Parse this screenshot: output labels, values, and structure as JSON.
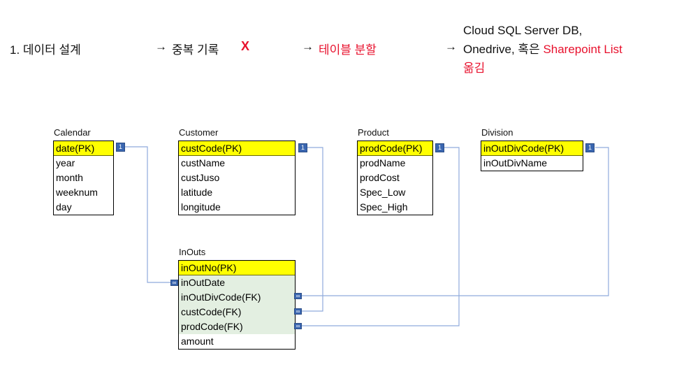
{
  "header": {
    "step1": "1. 데이터 설계",
    "arrow2": "→",
    "step2": "중복 기록",
    "xmark": "X",
    "arrow3": "→",
    "step3": "테이블 분할",
    "arrow4": "→",
    "step4_line1": "Cloud SQL Server DB,",
    "step4_line2a": "Onedrive, 혹은 ",
    "step4_line2b": "Sharepoint List",
    "step4_line3": "옮김",
    "accent_red": "#e8112d"
  },
  "diagram": {
    "badge_one": "1",
    "badge_many": "∞",
    "colors": {
      "pk_fill": "#ffff00",
      "fk_fill": "#e3efe1",
      "row_fill": "#ffffff",
      "border": "#000000",
      "wire": "#8faadc",
      "badge": "#3a66b0"
    },
    "entities": [
      {
        "name": "Calendar",
        "fields": [
          {
            "label": "date(PK)",
            "kind": "pk"
          },
          {
            "label": "year",
            "kind": "plain"
          },
          {
            "label": "month",
            "kind": "plain"
          },
          {
            "label": "weeknum",
            "kind": "plain"
          },
          {
            "label": "day",
            "kind": "plain"
          }
        ]
      },
      {
        "name": "Customer",
        "fields": [
          {
            "label": "custCode(PK)",
            "kind": "pk"
          },
          {
            "label": "custName",
            "kind": "plain"
          },
          {
            "label": "custJuso",
            "kind": "plain"
          },
          {
            "label": "latitude",
            "kind": "plain"
          },
          {
            "label": "longitude",
            "kind": "plain"
          }
        ]
      },
      {
        "name": "Product",
        "fields": [
          {
            "label": "prodCode(PK)",
            "kind": "pk"
          },
          {
            "label": "prodName",
            "kind": "plain"
          },
          {
            "label": "prodCost",
            "kind": "plain"
          },
          {
            "label": "Spec_Low",
            "kind": "plain"
          },
          {
            "label": "Spec_High",
            "kind": "plain"
          }
        ]
      },
      {
        "name": "Division",
        "fields": [
          {
            "label": "inOutDivCode(PK)",
            "kind": "pk"
          },
          {
            "label": "inOutDivName",
            "kind": "plain"
          }
        ]
      },
      {
        "name": "InOuts",
        "fields": [
          {
            "label": "inOutNo(PK)",
            "kind": "pk"
          },
          {
            "label": "inOutDate",
            "kind": "fk"
          },
          {
            "label": "inOutDivCode(FK)",
            "kind": "fk"
          },
          {
            "label": "custCode(FK)",
            "kind": "fk"
          },
          {
            "label": "prodCode(FK)",
            "kind": "fk"
          },
          {
            "label": "amount",
            "kind": "plain"
          }
        ]
      }
    ],
    "relationships": [
      {
        "from": "Calendar.date(PK)",
        "to": "InOuts.inOutDate",
        "cardinality": "1-to-many"
      },
      {
        "from": "Customer.custCode(PK)",
        "to": "InOuts.custCode(FK)",
        "cardinality": "1-to-many"
      },
      {
        "from": "Product.prodCode(PK)",
        "to": "InOuts.prodCode(FK)",
        "cardinality": "1-to-many"
      },
      {
        "from": "Division.inOutDivCode(PK)",
        "to": "InOuts.inOutDivCode(FK)",
        "cardinality": "1-to-many"
      }
    ]
  }
}
